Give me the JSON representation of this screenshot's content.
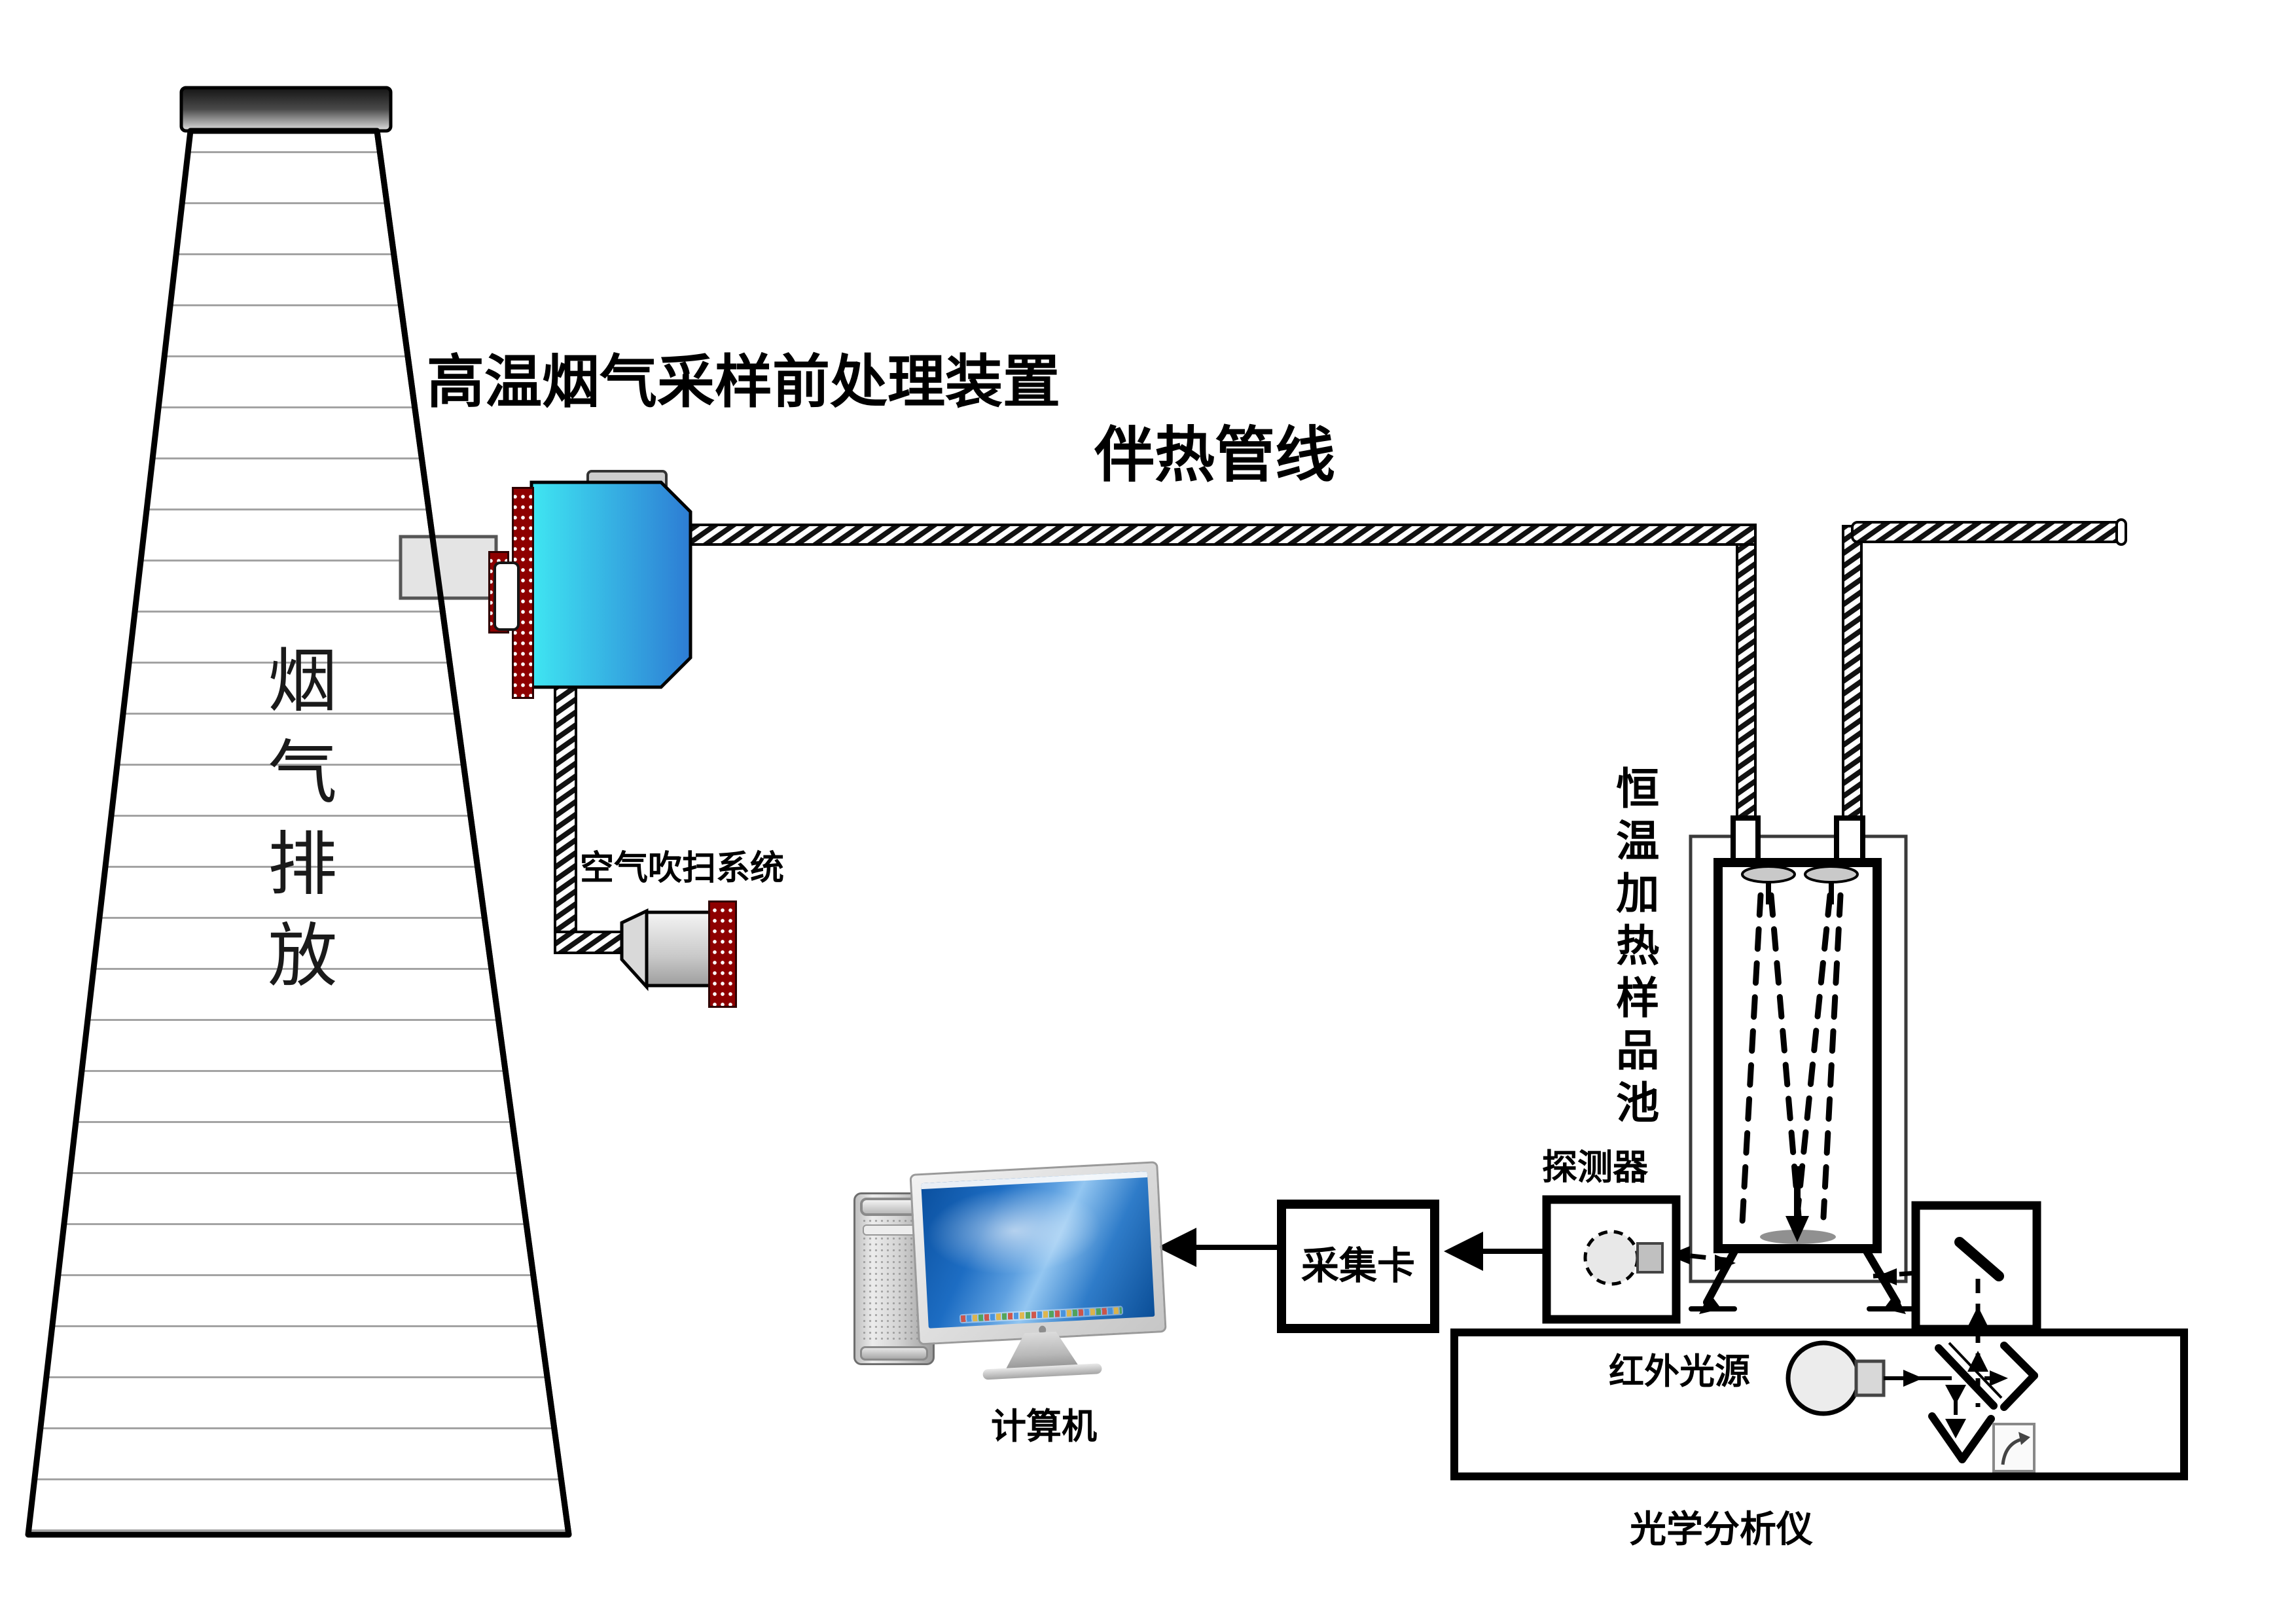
{
  "diagram": {
    "stack_label": "烟气排放",
    "pretreatment_label": "高温烟气采样前处理装置",
    "heat_line_label": "伴热管线",
    "purge_label": "空气吹扫系统",
    "cell_label": "恒温加热样品池",
    "detector_label": "探测器",
    "card_label": "采集卡",
    "computer_label": "计算机",
    "ir_source_label": "红外光源",
    "analyzer_label": "光学分析仪"
  },
  "colors": {
    "device_gradient_start": "#3fe6f2",
    "device_gradient_end": "#2d7cd4",
    "heater_red": "#8e0000",
    "cap_gradient_top": "#141414",
    "cap_gradient_bottom": "#e2e2e2",
    "chimney_line_gray": "#a3a3a3",
    "screen_blue": "#1d6dc3",
    "mirror_gray": "#909090",
    "line_black": "#000000"
  }
}
